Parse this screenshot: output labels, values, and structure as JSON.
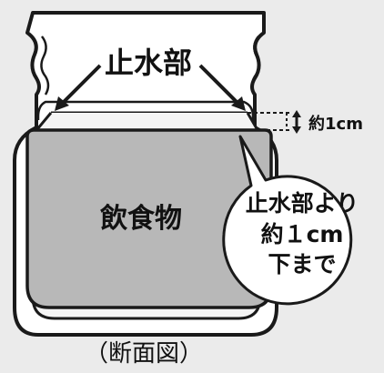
{
  "labels": {
    "stopper": "止水部",
    "contents": "飲食物",
    "gap": "約1cm",
    "callout_lines": [
      "止水部より",
      "約１cm",
      "下まで"
    ],
    "caption": "（断面図）"
  },
  "colors": {
    "background": "#ebebeb",
    "outline": "#1a1a1a",
    "container_fill": "#ffffff",
    "food_fill": "#b8b8b8"
  }
}
